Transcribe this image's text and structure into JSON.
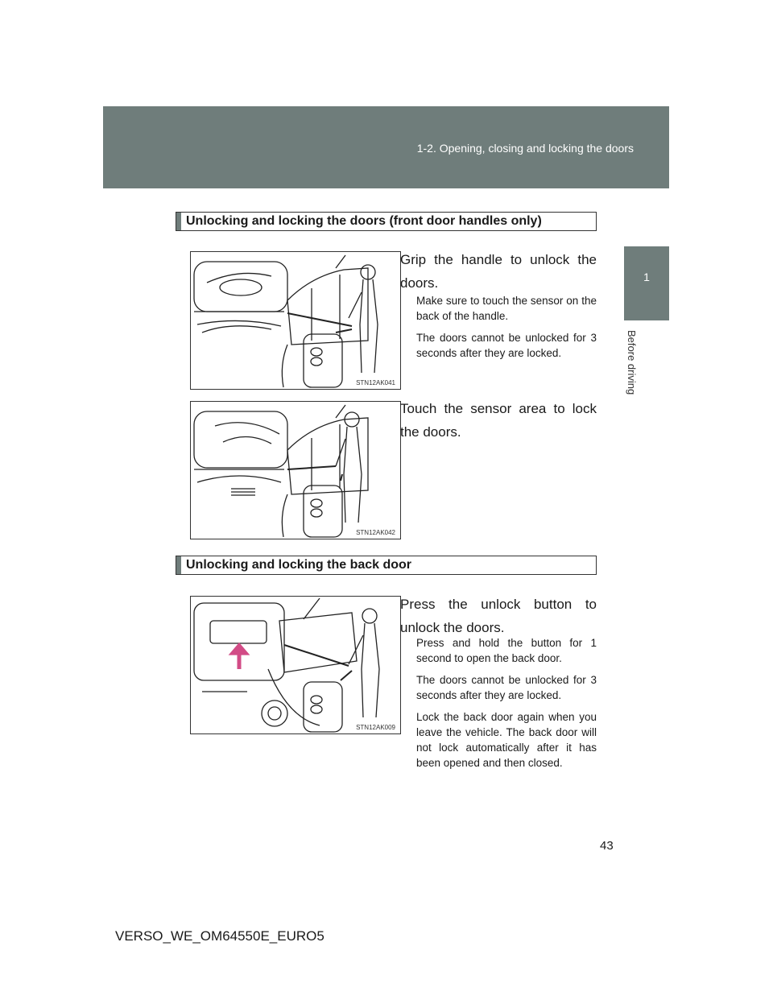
{
  "header": {
    "breadcrumb": "1-2. Opening, closing and locking the doors"
  },
  "side_tab": {
    "number": "1",
    "label": "Before driving"
  },
  "section1": {
    "title": "Unlocking and locking the doors (front door handles only)",
    "step1": {
      "text": "Grip the handle to unlock the doors.",
      "notes": [
        "Make sure to touch the sensor on the back of the handle.",
        "The doors cannot be unlocked for 3 seconds after they are locked."
      ],
      "figure_code": "STN12AK041"
    },
    "step2": {
      "text": "Touch the sensor area to lock the doors.",
      "figure_code": "STN12AK042"
    }
  },
  "section2": {
    "title": "Unlocking and locking the back door",
    "step1": {
      "text": "Press the unlock button to unlock the doors.",
      "notes": [
        "Press and hold the button for 1 second to open the back door.",
        "The doors cannot be unlocked for 3 seconds after they are locked.",
        "Lock the back door again when you leave the vehicle. The back door will not lock automatically after it has been opened and then closed."
      ],
      "figure_code": "STN12AK009"
    }
  },
  "page_number": "43",
  "footer": {
    "doc_code": "VERSO_WE_OM64550E_EURO5"
  }
}
